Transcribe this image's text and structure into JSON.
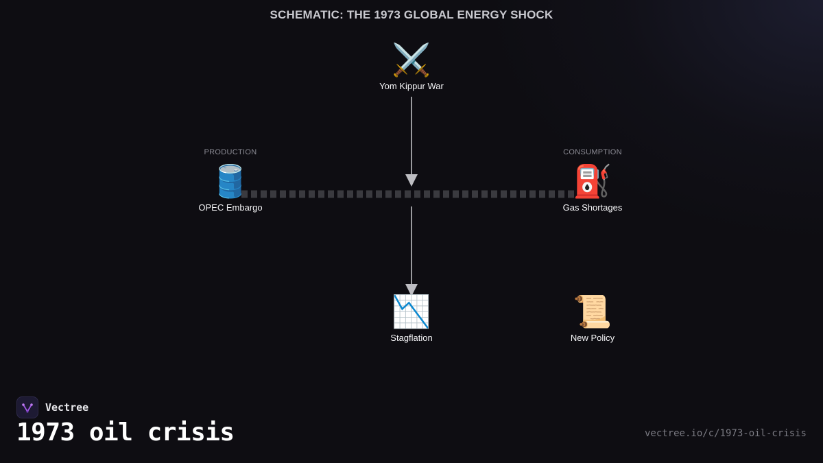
{
  "diagram": {
    "title": "SCHEMATIC: THE 1973 GLOBAL ENERGY SHOCK",
    "nodes": [
      {
        "id": "war",
        "label": "Yom Kippur War",
        "category": "",
        "icon": "⚔️",
        "icon_name": "crossed-swords-icon"
      },
      {
        "id": "opec",
        "label": "OPEC Embargo",
        "category": "PRODUCTION",
        "icon": "🛢️",
        "icon_name": "oil-barrel-icon"
      },
      {
        "id": "gas",
        "label": "Gas Shortages",
        "category": "CONSUMPTION",
        "icon": "⛽",
        "icon_name": "fuel-pump-icon"
      },
      {
        "id": "stag",
        "label": "Stagflation",
        "category": "",
        "icon": "📉",
        "icon_name": "chart-decreasing-icon"
      },
      {
        "id": "policy",
        "label": "New Policy",
        "category": "",
        "icon": "📜",
        "icon_name": "scroll-icon"
      }
    ],
    "edges": [
      {
        "from": "war",
        "to": "pipeline",
        "style": "arrow"
      },
      {
        "from": "opec",
        "to": "gas",
        "style": "dashed-pipeline"
      },
      {
        "from": "pipeline",
        "to": "stag",
        "style": "arrow"
      }
    ],
    "colors": {
      "background": "#0e0d12",
      "title": "#c9c9cf",
      "arrow": "#bdbdc2",
      "pipeline": "#3a3a3f",
      "category": "#8c8c95"
    }
  },
  "footer": {
    "brand_name": "Vectree",
    "brand_icon": "vectree-logo-icon",
    "topic": "1973 oil crisis",
    "url": "vectree.io/c/1973-oil-crisis"
  }
}
